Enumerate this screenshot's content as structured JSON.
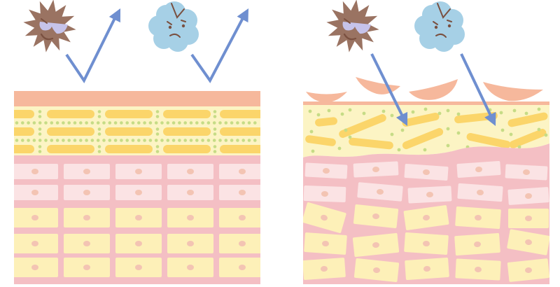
{
  "diagram": {
    "panels": [
      {
        "id": "healthy-skin",
        "barrier_state": "intact",
        "irritants": [
          {
            "kind": "dust-particle",
            "expression": "sunglasses",
            "icon": "dust-particle-icon"
          },
          {
            "kind": "pollen-cloud",
            "expression": "grumpy",
            "icon": "pollen-cloud-icon"
          }
        ],
        "arrows": [
          {
            "direction": "deflected",
            "icon": "reflect-arrow-icon"
          },
          {
            "direction": "deflected",
            "icon": "reflect-arrow-icon"
          }
        ]
      },
      {
        "id": "damaged-skin",
        "barrier_state": "disrupted",
        "irritants": [
          {
            "kind": "dust-particle",
            "expression": "sunglasses",
            "icon": "dust-particle-icon"
          },
          {
            "kind": "pollen-cloud",
            "expression": "grumpy",
            "icon": "pollen-cloud-icon"
          }
        ],
        "arrows": [
          {
            "direction": "penetrating",
            "icon": "penetrate-arrow-icon"
          },
          {
            "direction": "penetrating",
            "icon": "penetrate-arrow-icon"
          }
        ]
      }
    ],
    "colors": {
      "stratum_corneum": "#f6b89c",
      "lipid_band": "#fcf4c4",
      "lipid_bar": "#fbd56a",
      "lipid_dot": "#c6dc86",
      "pink_matrix": "#f4bfc4",
      "pink_cell": "#fbe3e4",
      "yellow_cell": "#fdf0b8",
      "nucleus": "#f3c4b3",
      "arrow": "#6f8fd0",
      "dust_particle": "#9a7362",
      "pollen_cloud": "#a6d0e6",
      "face_lines": "#7a5040",
      "sunglasses": "#c6c3ea"
    }
  }
}
